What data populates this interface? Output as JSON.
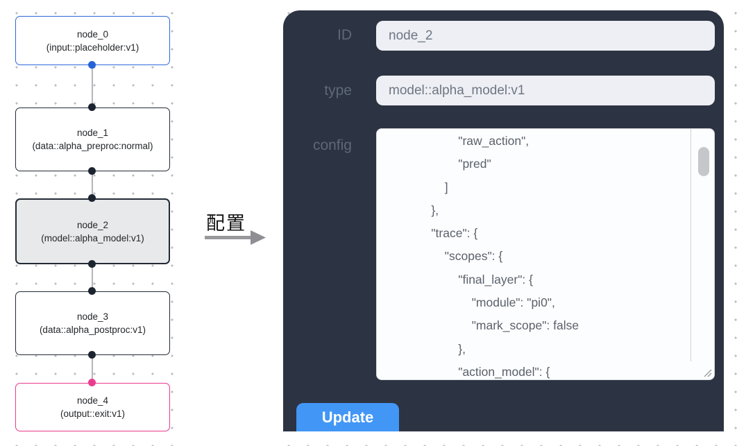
{
  "flow": {
    "nodes": [
      {
        "name": "node_0",
        "type": "(input::placeholder:v1)"
      },
      {
        "name": "node_1",
        "type": "(data::alpha_preproc:normal)"
      },
      {
        "name": "node_2",
        "type": "(model::alpha_model:v1)"
      },
      {
        "name": "node_3",
        "type": "(data::alpha_postproc:v1)"
      },
      {
        "name": "node_4",
        "type": "(output::exit:v1)"
      }
    ]
  },
  "transition": {
    "label": "配置"
  },
  "inspector": {
    "id_label": "ID",
    "id_value": "node_2",
    "type_label": "type",
    "type_value": "model::alpha_model:v1",
    "config_label": "config",
    "config_value": "                    \"raw_action\",\n                    \"pred\"\n                ]\n            },\n            \"trace\": {\n                \"scopes\": {\n                    \"final_layer\": {\n                        \"module\": \"pi0\",\n                        \"mark_scope\": false\n                    },\n                    \"action_model\": {",
    "update_label": "Update"
  },
  "colors": {
    "panel_bg": "#2c3342",
    "accent_blue": "#4296f6",
    "input_node_border": "#2b66d9",
    "output_node_border": "#e9388b",
    "default_node_border": "#232a35",
    "selected_node_bg": "#e8e9eb",
    "field_bg": "#edeff4"
  }
}
